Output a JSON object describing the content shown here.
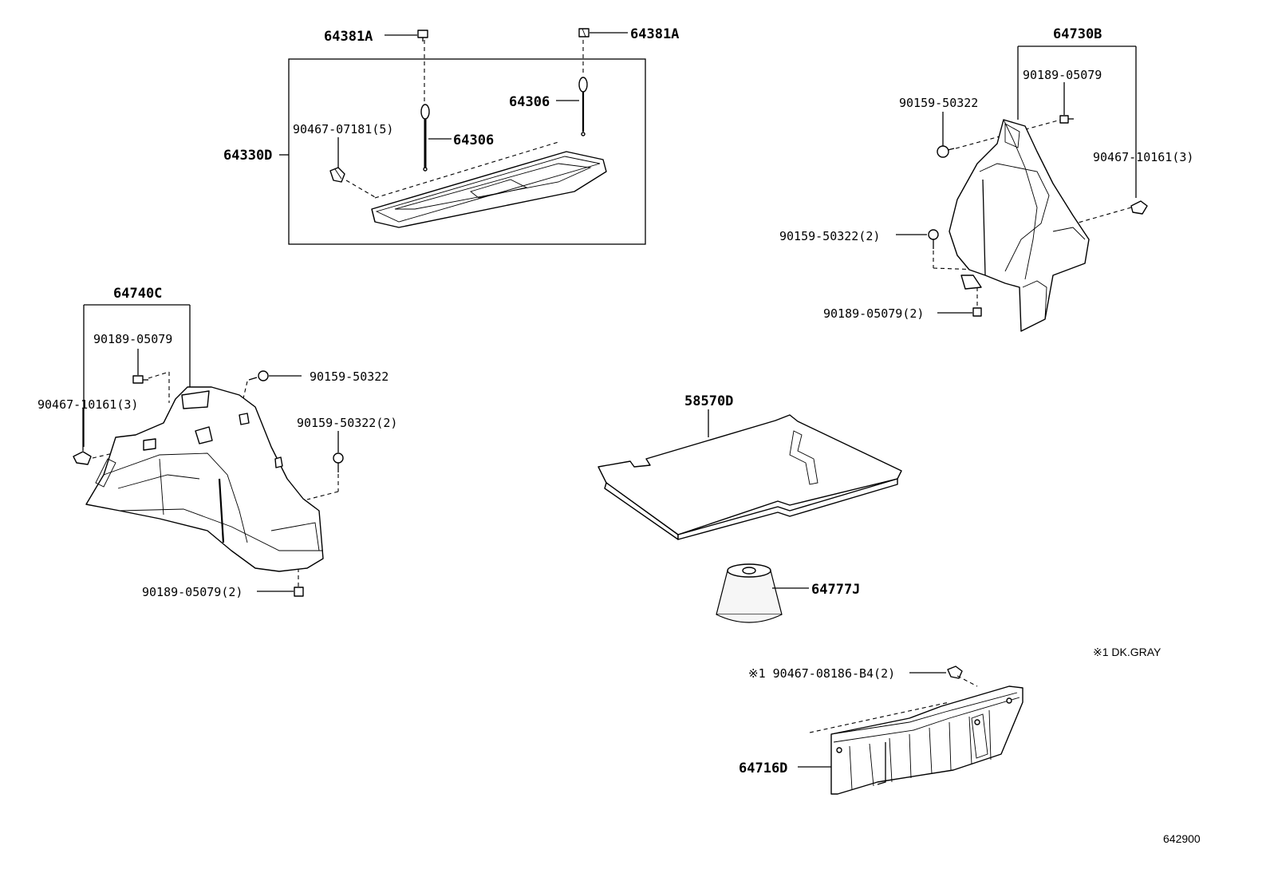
{
  "labels": {
    "p64381a_left": "64381A",
    "p64381a_right": "64381A",
    "p64306_right": "64306",
    "p64306_left": "64306",
    "p64330d": "64330D",
    "p90467_07181": "90467-07181(5)",
    "p64730b": "64730B",
    "p90189_05079_r1": "90189-05079",
    "p90159_50322_r1": "90159-50322",
    "p90467_10161_r": "90467-10161(3)",
    "p90159_50322_r2": "90159-50322(2)",
    "p90189_05079_r2": "90189-05079(2)",
    "p64740c": "64740C",
    "p90189_05079_l1": "90189-05079",
    "p90159_50322_l1": "90159-50322",
    "p90467_10161_l": "90467-10161(3)",
    "p90159_50322_l2": "90159-50322(2)",
    "p90189_05079_l2": "90189-05079(2)",
    "p58570d": "58570D",
    "p64777j": "64777J",
    "note_dkgray": "※1 DK.GRAY",
    "p90467_08186": "※1 90467-08186-B4(2)",
    "p64716d": "64716D",
    "figure_code": "642900"
  }
}
